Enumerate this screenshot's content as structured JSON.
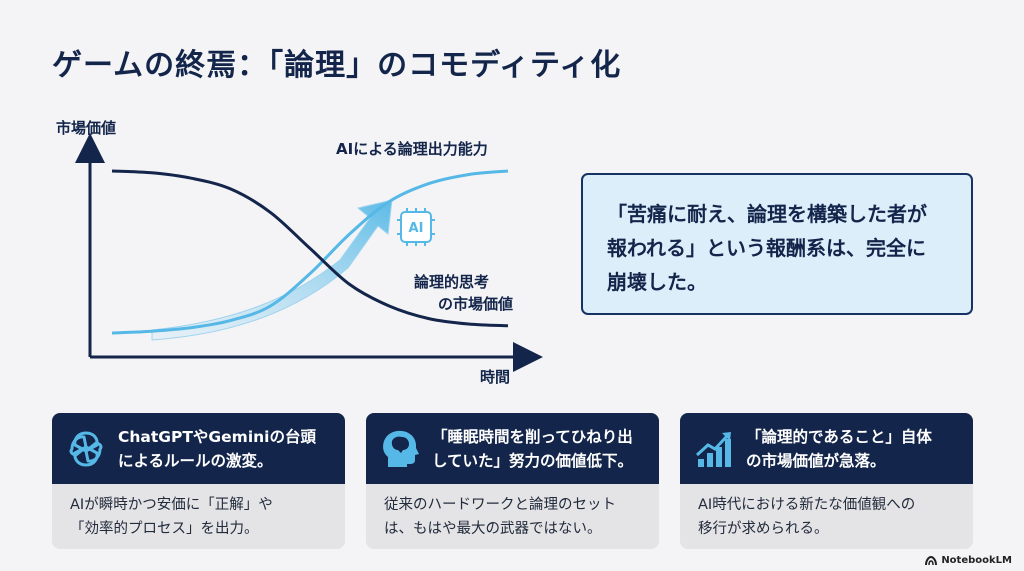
{
  "title": "ゲームの終焉：「論理」のコモディティ化",
  "chart_data": {
    "type": "line",
    "ylabel": "市場価値",
    "xlabel": "時間",
    "x": [
      0,
      1,
      2,
      3,
      4,
      5,
      6,
      7,
      8,
      9,
      10
    ],
    "series": [
      {
        "name": "AIによる論理出力能力",
        "values": [
          0.05,
          0.06,
          0.08,
          0.12,
          0.2,
          0.38,
          0.6,
          0.78,
          0.88,
          0.93,
          0.95
        ],
        "color": "#55b8e6"
      },
      {
        "name": "論理的思考の市場価値",
        "values": [
          0.95,
          0.94,
          0.91,
          0.85,
          0.72,
          0.52,
          0.32,
          0.2,
          0.13,
          0.1,
          0.09
        ],
        "color": "#13254a"
      }
    ],
    "ai_badge": "AI"
  },
  "quote": {
    "lines": [
      "「苦痛に耐え、論理を構築した者が",
      "報われる」という報酬系は、完全に",
      "崩壊した。"
    ]
  },
  "cards": [
    {
      "icon": "openai-icon",
      "title": [
        "ChatGPTやGeminiの台頭",
        "によるルールの激変。"
      ],
      "body": [
        "AIが瞬時かつ安価に「正解」や",
        "「効率的プロセス」を出力。"
      ]
    },
    {
      "icon": "head-brain-icon",
      "title": [
        "「睡眠時間を削ってひねり出",
        "していた」努力の価値低下。"
      ],
      "body": [
        "従来のハードワークと論理のセット",
        "は、もはや最大の武器ではない。"
      ]
    },
    {
      "icon": "bar-chart-icon",
      "title": [
        "「論理的であること」自体",
        "の市場価値が急落。"
      ],
      "body": [
        "AI時代における新たな価値観への",
        "移行が求められる。"
      ]
    }
  ],
  "brand": "NotebookLM",
  "colors": {
    "navy": "#13254a",
    "accent": "#55b8e6",
    "quote_bg": "#dceefa",
    "card_body": "#e4e4e6"
  }
}
